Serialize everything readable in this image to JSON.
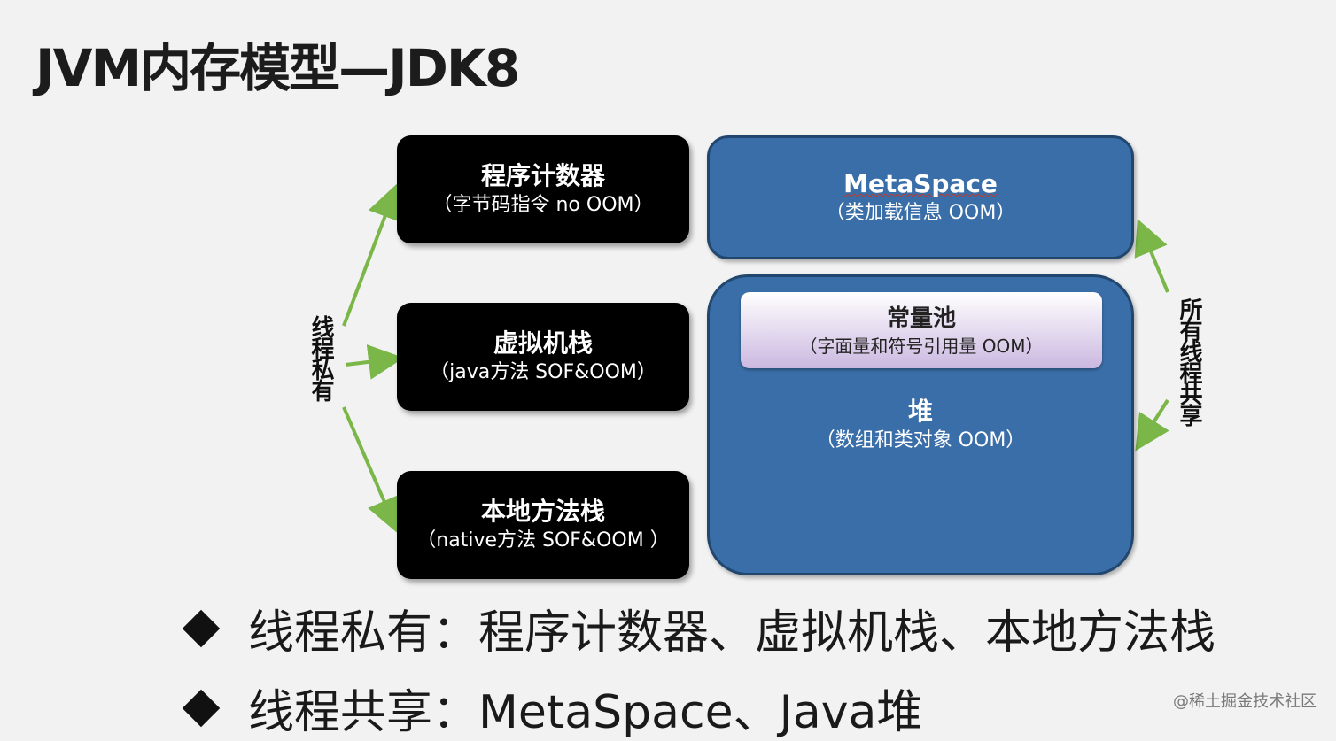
{
  "title": "JVM内存模型—JDK8",
  "boxes": {
    "pc": {
      "title": "程序计数器",
      "sub": "（字节码指令 no OOM）"
    },
    "vm_stack": {
      "title": "虚拟机栈",
      "sub": "（java方法 SOF&OOM）"
    },
    "native_stack": {
      "title": "本地方法栈",
      "sub": "（native方法 SOF&OOM ）"
    },
    "metaspace": {
      "title": "MetaSpace",
      "sub": "（类加载信息 OOM）"
    },
    "constant_pool": {
      "title": "常量池",
      "sub": "（字面量和符号引用量 OOM）"
    },
    "heap": {
      "title": "堆",
      "sub": "（数组和类对象 OOM）"
    }
  },
  "labels": {
    "private": "线程私有",
    "shared": "所有线程共享"
  },
  "bullets": [
    "线程私有：程序计数器、虚拟机栈、本地方法栈",
    "线程共享：MetaSpace、Java堆"
  ],
  "watermark": "@稀土掘金技术社区",
  "colors": {
    "arrow": "#7ab648",
    "heap_blue": "#3a6ea8",
    "box_black": "#000000",
    "pool_purple": "#cbb8e0"
  }
}
